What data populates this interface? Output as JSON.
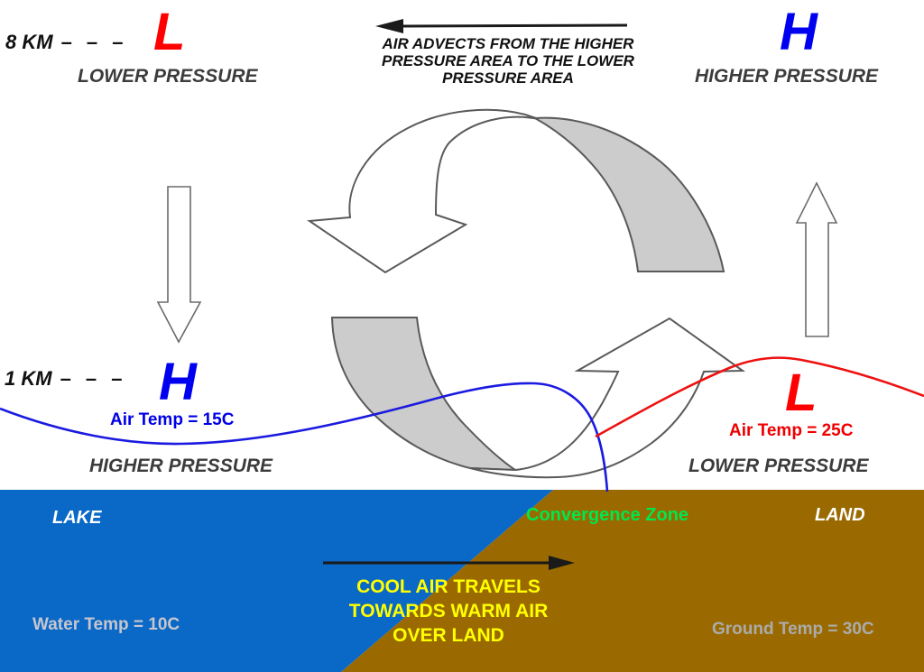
{
  "colors": {
    "lake": "#0A68C6",
    "land": "#9A6A00",
    "arc_fill": "#CCCCCC",
    "arc_stroke": "#5A5A5A",
    "low_symbol": "#FF0000",
    "high_symbol": "#0000F0",
    "cool_air_line": "#1A1AE0",
    "warm_air_line": "#EE1111",
    "convergence_text": "#00E64C",
    "flow_text": "#FFFF00",
    "water_temp_text": "#C6C6CE",
    "ground_temp_text": "#ABABAB",
    "pressure_label_text": "#3C3C3C",
    "black_arrow": "#1A1A1A"
  },
  "upper_level": {
    "altitude": "8 KM",
    "altitude_dashes": "– – –",
    "left": {
      "symbol": "L",
      "label": "LOWER PRESSURE"
    },
    "right": {
      "symbol": "H",
      "label": "HIGHER PRESSURE"
    },
    "advection_note": {
      "line1": "AIR ADVECTS FROM THE HIGHER",
      "line2": "PRESSURE AREA TO THE LOWER",
      "line3": "PRESSURE AREA"
    }
  },
  "lower_level": {
    "altitude": "1 KM",
    "altitude_dashes": "– – –",
    "left": {
      "symbol": "H",
      "air_temp": "Air Temp = 15C",
      "label": "HIGHER PRESSURE"
    },
    "right": {
      "symbol": "L",
      "air_temp": "Air Temp = 25C",
      "label": "LOWER PRESSURE"
    }
  },
  "surface": {
    "lake": {
      "label": "LAKE",
      "temp": "Water Temp = 10C"
    },
    "land": {
      "label": "LAND",
      "temp": "Ground Temp = 30C"
    },
    "convergence_zone": "Convergence Zone",
    "flow_note": {
      "line1": "COOL AIR TRAVELS",
      "line2": "TOWARDS WARM AIR",
      "line3": "OVER LAND"
    }
  }
}
